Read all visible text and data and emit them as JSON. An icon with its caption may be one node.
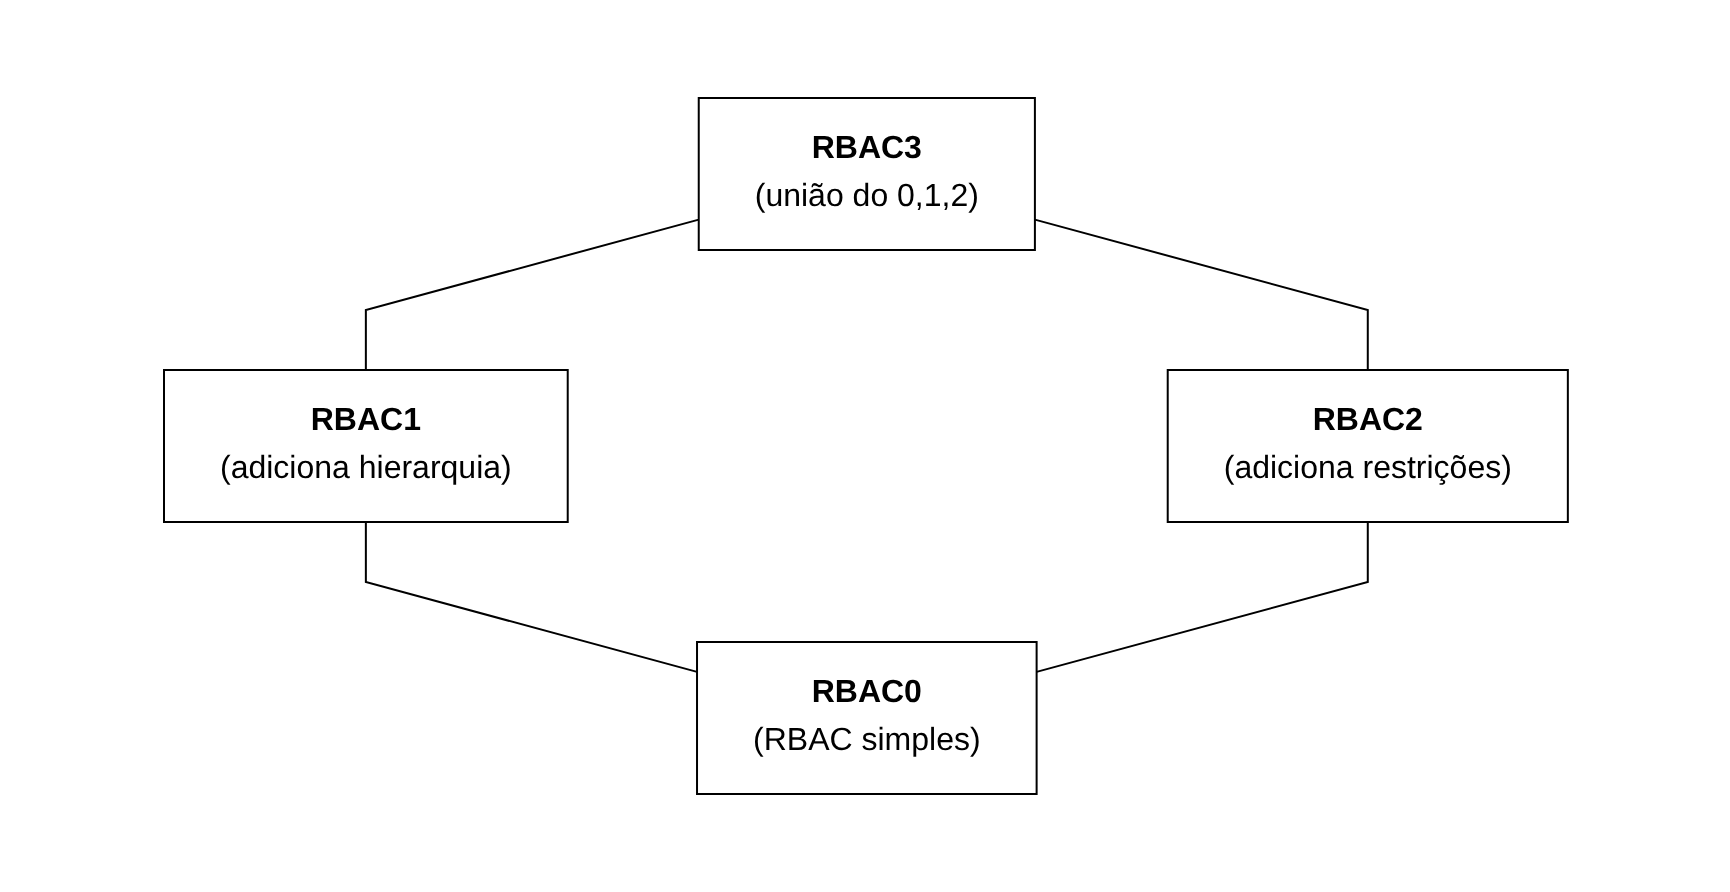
{
  "diagram": {
    "nodes": [
      {
        "text": [
          "RBAC3",
          "(união do 0,1,2)"
        ]
      },
      {
        "text": [
          "RBAC1",
          "(adiciona hierarquia)"
        ]
      },
      {
        "text": [
          "RBAC2",
          "(adiciona restrições)"
        ]
      },
      {
        "text": [
          "RBAC0",
          "(RBAC simples)"
        ]
      }
    ],
    "edges": [
      {
        "from": 0,
        "to": 1,
        "arrow": "none"
      },
      {
        "from": 0,
        "to": 2,
        "arrow": "none"
      },
      {
        "from": 1,
        "to": 3,
        "arrow": "none"
      },
      {
        "from": 2,
        "to": 3,
        "arrow": "none"
      }
    ]
  }
}
